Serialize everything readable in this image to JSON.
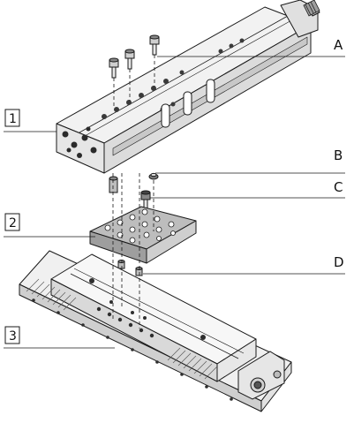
{
  "figure": {
    "callouts": {
      "a": "A",
      "b": "B",
      "c": "C",
      "d": "D"
    },
    "numbered_parts": {
      "p1": "1",
      "p2": "2",
      "p3": "3"
    },
    "colors": {
      "line": "#1a1a1a",
      "face_light": "#f2f2f2",
      "face_mid": "#d9d9d9",
      "face_dark": "#9a9a9a",
      "plate": "#bdbdbd"
    }
  }
}
